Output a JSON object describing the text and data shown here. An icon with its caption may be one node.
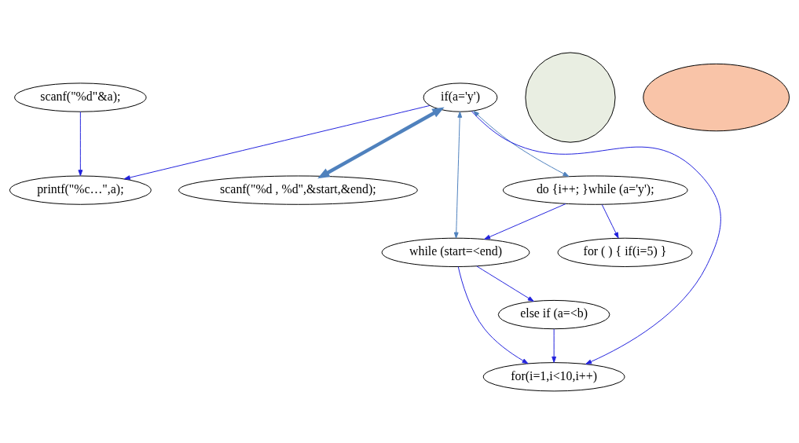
{
  "diagram": {
    "nodes": [
      {
        "text": [
          "printf(\"%c…\",a);"
        ]
      },
      {
        "text": [
          "scanf(\"%d , %d\",&start,&end);"
        ]
      },
      {
        "text": [
          "scanf(\"%d\"&a);"
        ]
      },
      {
        "text": [],
        "shape": "circle"
      },
      {
        "text": [],
        "shape": "ellipse"
      },
      {
        "text": [
          "if(a='y')"
        ]
      },
      {
        "text": [
          "do {i++; }while (a='y');"
        ]
      },
      {
        "text": [
          "while (start=<end)"
        ]
      },
      {
        "text": [
          "for(i=1,i<10,i++)"
        ]
      },
      {
        "text": [
          "for ( ) { if(i=5) }"
        ]
      },
      {
        "text": [
          "else if (a=<b)"
        ]
      }
    ],
    "edges": [
      {
        "from": 2,
        "to": 0,
        "arrow": "to"
      },
      {
        "from": 5,
        "to": 0,
        "arrow": "to"
      },
      {
        "from": 5,
        "to": 1,
        "arrow": "both",
        "style": "thick",
        "color": "#4f81bd"
      },
      {
        "from": 5,
        "to": 6,
        "arrow": "both",
        "color": "#4f81bd"
      },
      {
        "from": 5,
        "to": 7,
        "arrow": "both",
        "color": "#4f81bd"
      },
      {
        "from": 5,
        "to": 8,
        "arrow": "to"
      },
      {
        "from": 6,
        "to": 7,
        "arrow": "to"
      },
      {
        "from": 6,
        "to": 9,
        "arrow": "to"
      },
      {
        "from": 7,
        "to": 8,
        "arrow": "to"
      },
      {
        "from": 7,
        "to": 10,
        "arrow": "to"
      },
      {
        "from": 10,
        "to": 8,
        "arrow": "to"
      }
    ]
  }
}
